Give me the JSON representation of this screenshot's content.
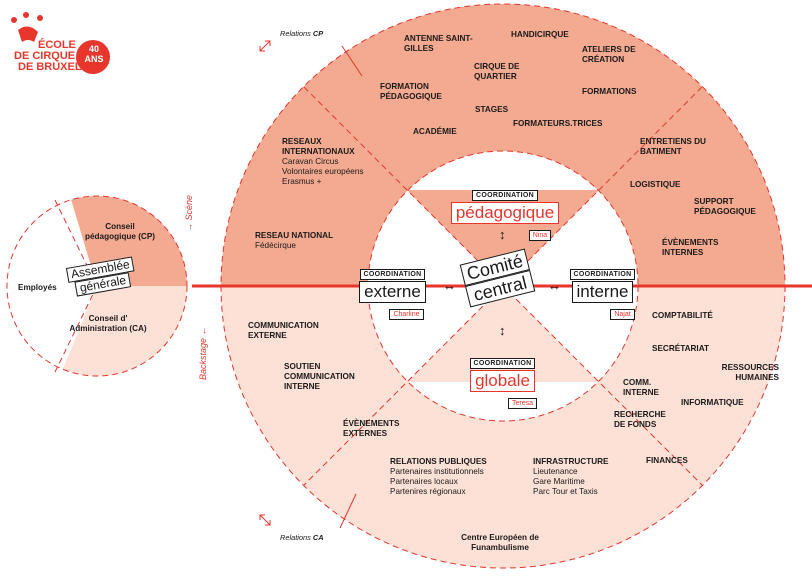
{
  "logo": {
    "text_lines": [
      "ÉCOLE",
      "DE CIRQUE",
      "DE BRUXELLES"
    ],
    "anniversary": "40 ANS"
  },
  "relations": {
    "cp_prefix": "Relations",
    "cp": "CP",
    "ca_prefix": "Relations",
    "ca": "CA"
  },
  "axis": {
    "scene": "Scène",
    "backstage": "Backstage"
  },
  "assembly": {
    "title_1": "Assemblée",
    "title_2": "générale",
    "employees": "Employés",
    "cp": "Conseil pédagogique (CP)",
    "ca": "Conseil d' Administration (CA)"
  },
  "center": {
    "line1": "Comité",
    "line2": "central"
  },
  "coordinations": {
    "tag": "COORDINATION",
    "pedagogique": {
      "title": "pédagogique",
      "person": "Nina"
    },
    "externe": {
      "title": "externe",
      "person": "Charline"
    },
    "interne": {
      "title": "interne",
      "person": "Najat"
    },
    "globale": {
      "title": "globale",
      "person": "Teresa"
    }
  },
  "arrows": {
    "lr": "↔",
    "ud": "↕"
  },
  "top_labels": {
    "antenne": "ANTENNE SAINT-GILLES",
    "handicirque": "HANDICIRQUE",
    "ateliers": "ATELIERS DE CRÉATION",
    "cirque_quartier": "CIRQUE DE QUARTIER",
    "formation_peda": "FORMATION PÉDAGOGIQUE",
    "formations": "FORMATIONS",
    "stages": "STAGES",
    "formateurs": "FORMATEURS.TRICES",
    "academie": "ACADÉMIE",
    "reseaux_int": "RESEAUX INTERNATIONAUX",
    "reseaux_int_items": [
      "Caravan Circus",
      "Volontaires européens",
      "Erasmus +"
    ],
    "reseau_nat": "RESEAU NATIONAL",
    "reseau_nat_items": [
      "Fédécirque"
    ],
    "entretiens": "ENTRETIENS DU BATIMENT",
    "logistique": "LOGISTIQUE",
    "support_peda": "SUPPORT PÉDAGOGIQUE",
    "evenements_int": "ÉVÈNEMENTS INTERNES"
  },
  "bottom_labels": {
    "comm_ext": "COMMUNICATION EXTERNE",
    "soutien": "SOUTIEN COMMUNICATION INTERNE",
    "evenements_ext": "ÉVÈNEMENTS EXTERNES",
    "relations_pub": "RELATIONS PUBLIQUES",
    "relations_pub_items": [
      "Partenaires institutionnels",
      "Partenaires locaux",
      "Partenires régionaux"
    ],
    "infrastructure": "INFRASTRUCTURE",
    "infrastructure_items": [
      "Lieutenance",
      "Gare Maritime",
      "Parc Tour et Taxis"
    ],
    "centre_euro": "Centre Européen de Funambulisme",
    "comptabilite": "COMPTABILITÉ",
    "secretariat": "SECRÉTARIAT",
    "rh": "RESSOURCES HUMAINES",
    "comm_int": "COMM. INTERNE",
    "informatique": "INFORMATIQUE",
    "recherche": "RECHERCHE DE FONDS",
    "finances": "FINANCES"
  },
  "colors": {
    "red": "#e8362d",
    "upper_fill": "#f4aa90",
    "lower_fill": "#fde1d6",
    "line": "#e8362d"
  },
  "icons": [
    "juggler-logo-icon",
    "expand-arrows-icon"
  ]
}
